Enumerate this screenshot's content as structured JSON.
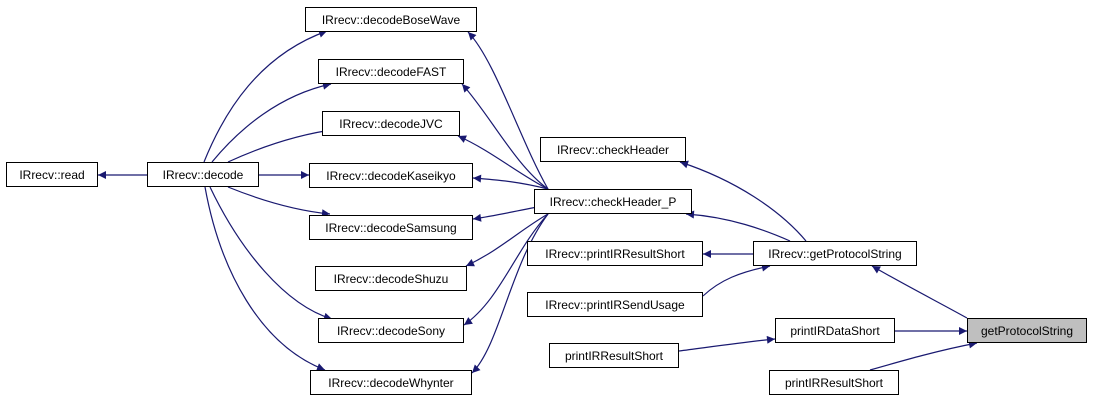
{
  "graph": {
    "edge_color": "#191970",
    "root_fill": "#bfbfbf",
    "nodes": {
      "read": "IRrecv::read",
      "decode": "IRrecv::decode",
      "decodeBoseWave": "IRrecv::decodeBoseWave",
      "decodeFAST": "IRrecv::decodeFAST",
      "decodeJVC": "IRrecv::decodeJVC",
      "decodeKaseikyo": "IRrecv::decodeKaseikyo",
      "decodeSamsung": "IRrecv::decodeSamsung",
      "decodeShuzu": "IRrecv::decodeShuzu",
      "decodeSony": "IRrecv::decodeSony",
      "decodeWhynter": "IRrecv::decodeWhynter",
      "checkHeader": "IRrecv::checkHeader",
      "checkHeader_P": "IRrecv::checkHeader_P",
      "printIRResultShortRecv": "IRrecv::printIRResultShort",
      "printIRSendUsage": "IRrecv::printIRSendUsage",
      "getProtocolStringRecv": "IRrecv::getProtocolString",
      "printIRDataShort": "printIRDataShort",
      "printIRResultShortA": "printIRResultShort",
      "printIRResultShortB": "printIRResultShort",
      "getProtocolString": "getProtocolString"
    }
  }
}
